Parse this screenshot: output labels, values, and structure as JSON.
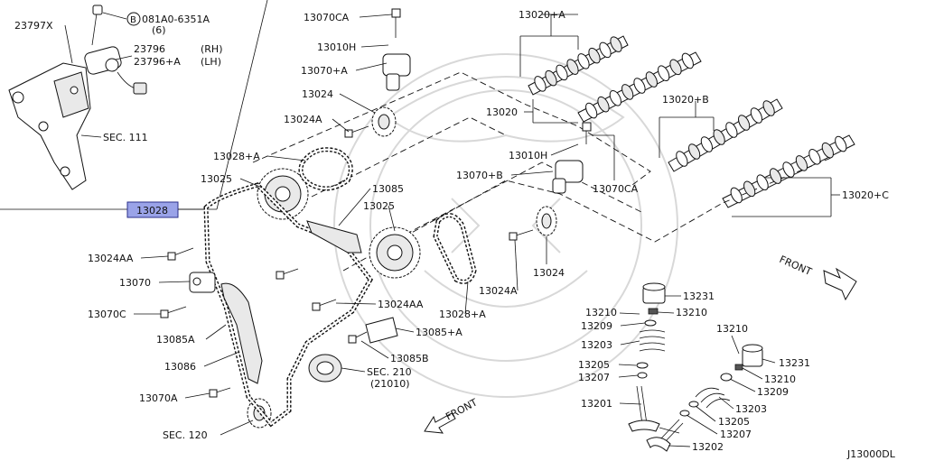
{
  "diagram_id": "J13000DL",
  "highlight_part": "13028",
  "labels": {
    "p23797x": "23797X",
    "bolt_spec": "081A0-6351A",
    "bolt_circle": "B",
    "bolt_qty": "(6)",
    "p23796": "23796",
    "rh": "(RH)",
    "p23796a": "23796+A",
    "lh": "(LH)",
    "sec111": "SEC. 111",
    "p13070ca_top": "13070CA",
    "p13010h_top": "13010H",
    "p13070a": "13070+A",
    "p13024_top": "13024",
    "p13024a_top": "13024A",
    "p13028a_top": "13028+A",
    "p13025_left": "13025",
    "p13028": "13028",
    "p13024aa_left": "13024AA",
    "p13070": "13070",
    "p13070c": "13070C",
    "p13085a": "13085A",
    "p13086": "13086",
    "p13070a_low": "13070A",
    "sec120": "SEC. 120",
    "p13085": "13085",
    "p13025_mid": "13025",
    "p13024aa_mid": "13024AA",
    "p13085a_mid": "13085+A",
    "p13085b": "13085B",
    "sec210": "SEC. 210",
    "sec210_sub": "(21010)",
    "front_bottom": "FRONT",
    "p13020a": "13020+A",
    "p13020": "13020",
    "p13010h_mid": "13010H",
    "p13070b": "13070+B",
    "p13070ca_mid": "13070CA",
    "p13020b": "13020+B",
    "p13020c": "13020+C",
    "p13028a_mid": "13028+A",
    "p13024a_mid": "13024A",
    "p13024_mid": "13024",
    "front_right": "FRONT",
    "p13231_l": "13231",
    "p13210_l": "13210",
    "p13210_l2": "13210",
    "p13209_l": "13209",
    "p13203_l": "13203",
    "p13205_l": "13205",
    "p13207_l": "13207",
    "p13201": "13201",
    "p13210_r": "13210",
    "p13231_r": "13231",
    "p13210_r2": "13210",
    "p13209_r": "13209",
    "p13203_r": "13203",
    "p13205_r": "13205",
    "p13207_r": "13207",
    "p13202": "13202"
  }
}
